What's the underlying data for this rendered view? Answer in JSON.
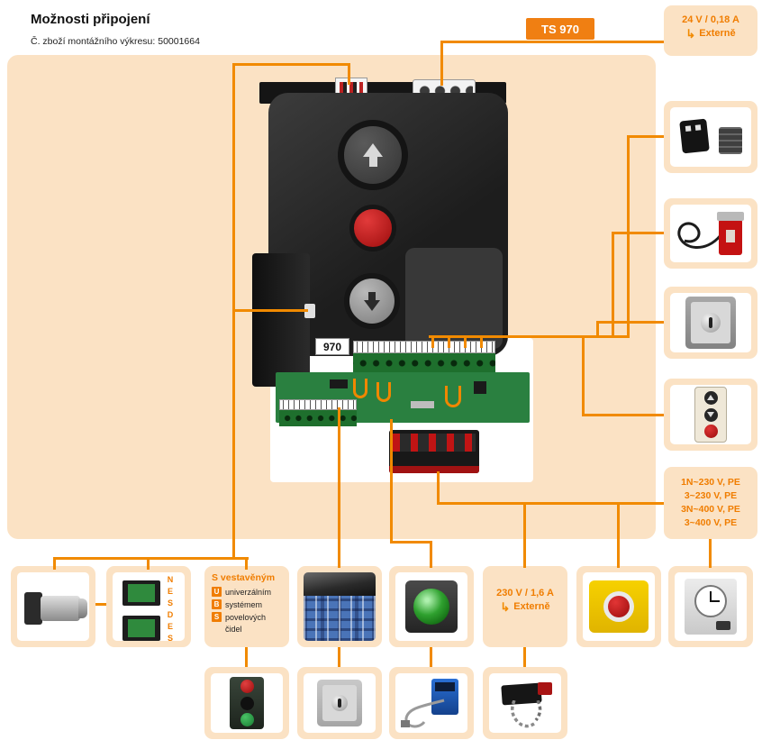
{
  "colors": {
    "accent": "#F07D00",
    "line": "#F18A00",
    "panel": "#FBE2C4"
  },
  "header": {
    "title": "Možnosti připojení",
    "subtitle": "Č. zboží montážního výkresu: 50001664",
    "badge": "TS 970"
  },
  "device": {
    "display_label": "970"
  },
  "right_column": {
    "external24": {
      "line1": "24 V / 0,18 A",
      "arrow": "↳",
      "line2": "Externě"
    },
    "power_options": {
      "lines": [
        "1N~230 V, PE",
        "3~230 V, PE",
        "3N~400 V, PE",
        "3~400 V, PE"
      ]
    }
  },
  "bottom_row": {
    "nes_des": {
      "top_label": "NES",
      "bottom_label": "DES"
    },
    "sensor_text": {
      "title": "S vestavěným",
      "items": [
        {
          "key": "U",
          "text": "univerzálním"
        },
        {
          "key": "B",
          "text": "systémem"
        },
        {
          "key": "S",
          "text": "povelových"
        }
      ],
      "footer": "čidel"
    },
    "external230": {
      "line1": "230 V / 1,6 A",
      "arrow": "↳",
      "line2": "Externě"
    }
  },
  "icons": {
    "right_column": [
      "plug-connectors",
      "limit-switch",
      "key-switch",
      "pushbutton-station"
    ],
    "bottom_row": [
      "drive-motor",
      "nes-des-units",
      "fabric-drawin-protection",
      "signal-lamp",
      "emergency-stop",
      "timer-switch"
    ],
    "second_row": [
      "pushbutton-unit",
      "key-switch",
      "programming-device",
      "chain-device"
    ]
  }
}
